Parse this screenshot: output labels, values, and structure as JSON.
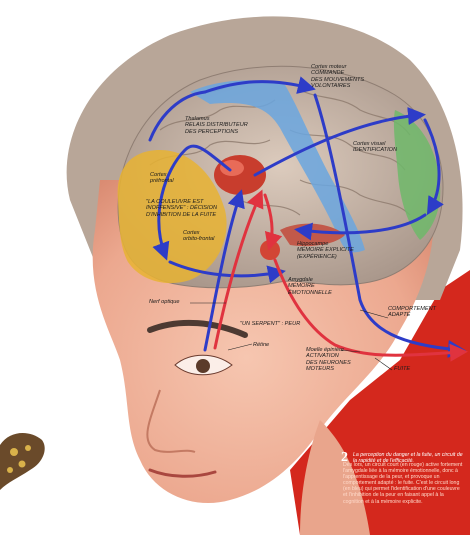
{
  "colors": {
    "blue_path": "#2d3cc8",
    "red_path": "#e0333f",
    "prefrontal": "#e8b332",
    "motor_cortex": "#6aa6df",
    "visual_cortex": "#6fb86a",
    "thalamus": "#c83d2d",
    "shirt": "#d4281d",
    "skin": "#f1b39d",
    "hair": "#b8a698"
  },
  "labels": {
    "motor_cortex": "Cortex moteur\nCOMMANDE\nDES MOUVEMENTS\nVOLONTAIRES",
    "thalamus": "Thalamus\nRELAIS DISTRIBUTEUR\nDES PERCEPTIONS",
    "visual_cortex": "Cortex visuel\nIDENTIFICATION",
    "prefrontal": "Cortex\npréfrontal",
    "snake_decision": "\"LA COULEUVRE EST\nINOFFENSIVE\" : DÉCISION\nD'INHIBITION DE LA FUITE",
    "orbitofrontal": "Cortex\norbito-frontal",
    "hippocampus": "Hippocampe\nMÉMOIRE EXPLICITE\n(EXPÉRIENCE)",
    "amygdala": "Amygdale\nMÉMOIRE\nÉMOTIONNELLE",
    "optic_nerve": "Nerf optique",
    "fear": "\"UN SERPENT\" : PEUR",
    "retina": "Rétine",
    "adapted_behavior": "COMPORTEMENT\nADAPTÉ",
    "spinal_cord": "Moelle épinière\nACTIVATION\nDES NEURONES\nMOTEURS",
    "flight": "FUITE"
  },
  "caption": {
    "number": "2",
    "title": "La perception du danger et la fuite, un circuit de la rapidité et de l'efficacité.",
    "body": "Dès lors, un circuit court (en rouge) active fortement l'amygdale liée à la mémoire émotionnelle, donc à l'apprentissage de la peur, et provoque un comportement adapté : le fuite. C'est le circuit long (en bleu) qui permet l'identification d'une couleuvre et l'inhibition de la peur en faisant appel à la cognition et à la mémoire explicite."
  }
}
